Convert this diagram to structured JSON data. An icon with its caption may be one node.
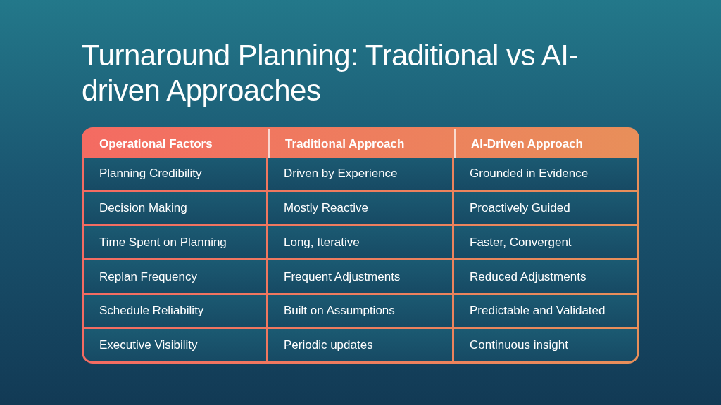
{
  "diagram": {
    "title": "Turnaround Planning: Traditional vs AI-driven Approaches",
    "labels": [
      "Operational Factors",
      "Traditional Approach",
      "AI-Driven Approach",
      "Planning Credibility",
      "Driven by Experience",
      "Grounded in Evidence",
      "Decision Making",
      "Mostly Reactive",
      "Proactively Guided",
      "Time Spent on Planning",
      "Long, Iterative",
      "Faster, Convergent",
      "Replan Frequency",
      "Frequent Adjustments",
      "Reduced Adjustments",
      "Schedule Reliability",
      "Built on Assumptions",
      "Predictable and Validated",
      "Executive Visibility",
      "Periodic updates",
      "Continuous insight"
    ]
  }
}
